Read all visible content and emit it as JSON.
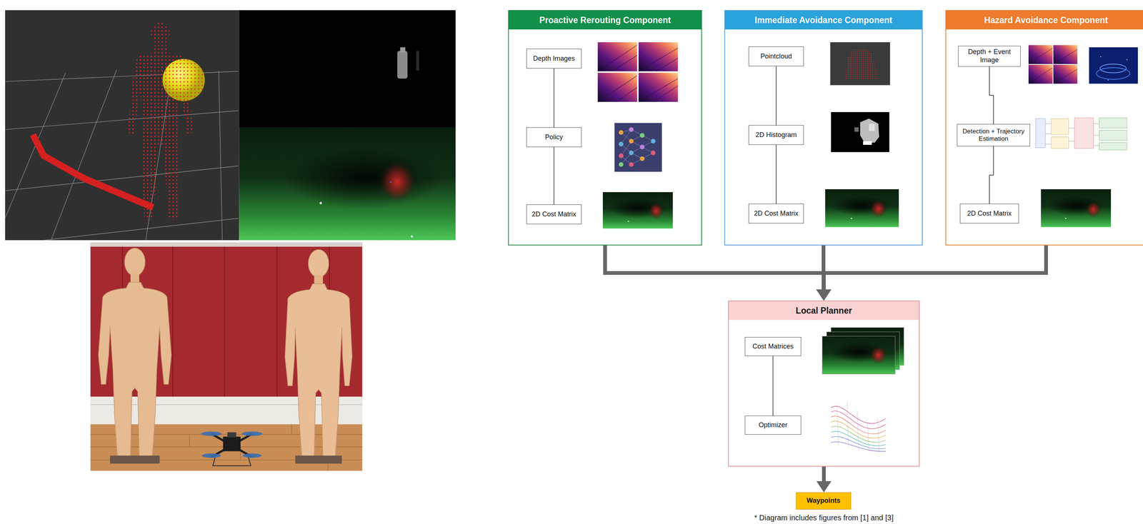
{
  "diagram": {
    "caption": "* Diagram includes figures from [1] and [3]",
    "nodes": [
      {
        "text": [
          "Proactive Rerouting Component"
        ]
      },
      {
        "text": [
          "Depth Images"
        ],
        "in": 0
      },
      {
        "text": [
          "Policy"
        ],
        "in": 0
      },
      {
        "text": [
          "2D Cost Matrix"
        ],
        "in": 0
      },
      {
        "text": [
          "Immediate Avoidance Component"
        ]
      },
      {
        "text": [
          "Pointcloud"
        ],
        "in": 4
      },
      {
        "text": [
          "2D Histogram"
        ],
        "in": 4
      },
      {
        "text": [
          "2D Cost Matrix"
        ],
        "in": 4
      },
      {
        "text": [
          "Hazard Avoidance Component"
        ]
      },
      {
        "text": [
          "Depth + Event Image"
        ],
        "in": 8
      },
      {
        "text": [
          "Detection + Trajectory Estimation"
        ],
        "in": 8
      },
      {
        "text": [
          "2D Cost Matrix"
        ],
        "in": 8
      },
      {
        "text": [
          "Local Planner"
        ]
      },
      {
        "text": [
          "Cost Matrices"
        ],
        "in": 12
      },
      {
        "text": [
          "Optimizer"
        ],
        "in": 12
      },
      {
        "text": [
          "Waypoints"
        ]
      }
    ],
    "edges": [
      {
        "from": 1,
        "to": 2,
        "arrow": "none"
      },
      {
        "from": 2,
        "to": 3,
        "arrow": "none"
      },
      {
        "from": 5,
        "to": 6,
        "arrow": "none"
      },
      {
        "from": 6,
        "to": 7,
        "arrow": "none"
      },
      {
        "from": 9,
        "to": 10,
        "arrow": "none"
      },
      {
        "from": 10,
        "to": 11,
        "arrow": "none"
      },
      {
        "from": 13,
        "to": 14,
        "arrow": "none"
      },
      {
        "from": 0,
        "to": 12,
        "arrow": "to"
      },
      {
        "from": 4,
        "to": 12,
        "arrow": "to"
      },
      {
        "from": 8,
        "to": 12,
        "arrow": "to"
      },
      {
        "from": 12,
        "to": 15,
        "arrow": "to"
      }
    ]
  }
}
